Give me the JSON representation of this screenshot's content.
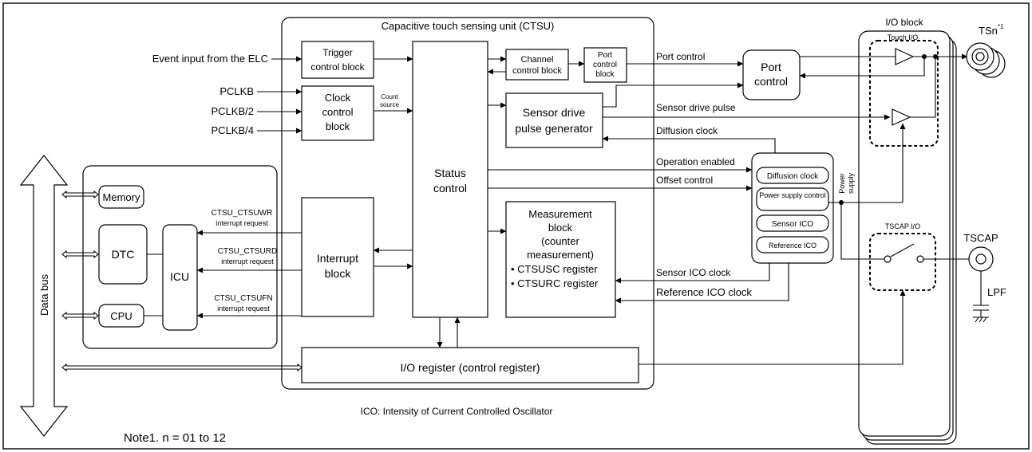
{
  "ctsu_title": "Capacitive touch sensing unit (CTSU)",
  "io_block_title": "I/O block",
  "touch_io": "Touch I/O",
  "tsn": "TSn",
  "tsn_note": "*1",
  "tscap": "TSCAP",
  "tscap_io": "TSCAP I/O",
  "lpf": "LPF",
  "event_input": "Event input from the ELC",
  "pclkb": "PCLKB",
  "pclkb2": "PCLKB/2",
  "pclkb4": "PCLKB/4",
  "trigger_block": [
    "Trigger",
    "control block"
  ],
  "clock_block": [
    "Clock",
    "control",
    "block"
  ],
  "count_source": [
    "Count",
    "source"
  ],
  "status_control": [
    "Status",
    "control"
  ],
  "channel_block": [
    "Channel",
    "control block"
  ],
  "port_control_block": [
    "Port",
    "control",
    "block"
  ],
  "port_control": [
    "Port",
    "control"
  ],
  "sensor_drive": [
    "Sensor drive",
    "pulse generator"
  ],
  "measurement_block": [
    "Measurement",
    "block",
    "(counter",
    "measurement)",
    "• CTSUSC register",
    "• CTSURC register"
  ],
  "interrupt_block": [
    "Interrupt",
    "block"
  ],
  "io_register": "I/O register (control register)",
  "data_bus": "Data bus",
  "memory": "Memory",
  "dtc": "DTC",
  "cpu": "CPU",
  "icu": "ICU",
  "irq_wr": [
    "CTSU_CTSUWR",
    "interrupt request"
  ],
  "irq_rd": [
    "CTSU_CTSURD",
    "interrupt request"
  ],
  "irq_fn": [
    "CTSU_CTSUFN",
    "interrupt request"
  ],
  "sig_port_control": "Port control",
  "sig_sensor_pulse": "Sensor drive pulse",
  "sig_diffusion": "Diffusion clock",
  "sig_op_enabled": "Operation enabled",
  "sig_offset": "Offset control",
  "sig_sensor_ico": "Sensor ICO clock",
  "sig_ref_ico": "Reference ICO clock",
  "power_supply": [
    "Power",
    "supply"
  ],
  "analog_items": [
    "Diffusion clock",
    "Power supply control",
    "Sensor ICO",
    "Reference ICO"
  ],
  "ico_note": "ICO: Intensity of Current Controlled Oscillator",
  "note1": "Note1. n = 01 to 12"
}
